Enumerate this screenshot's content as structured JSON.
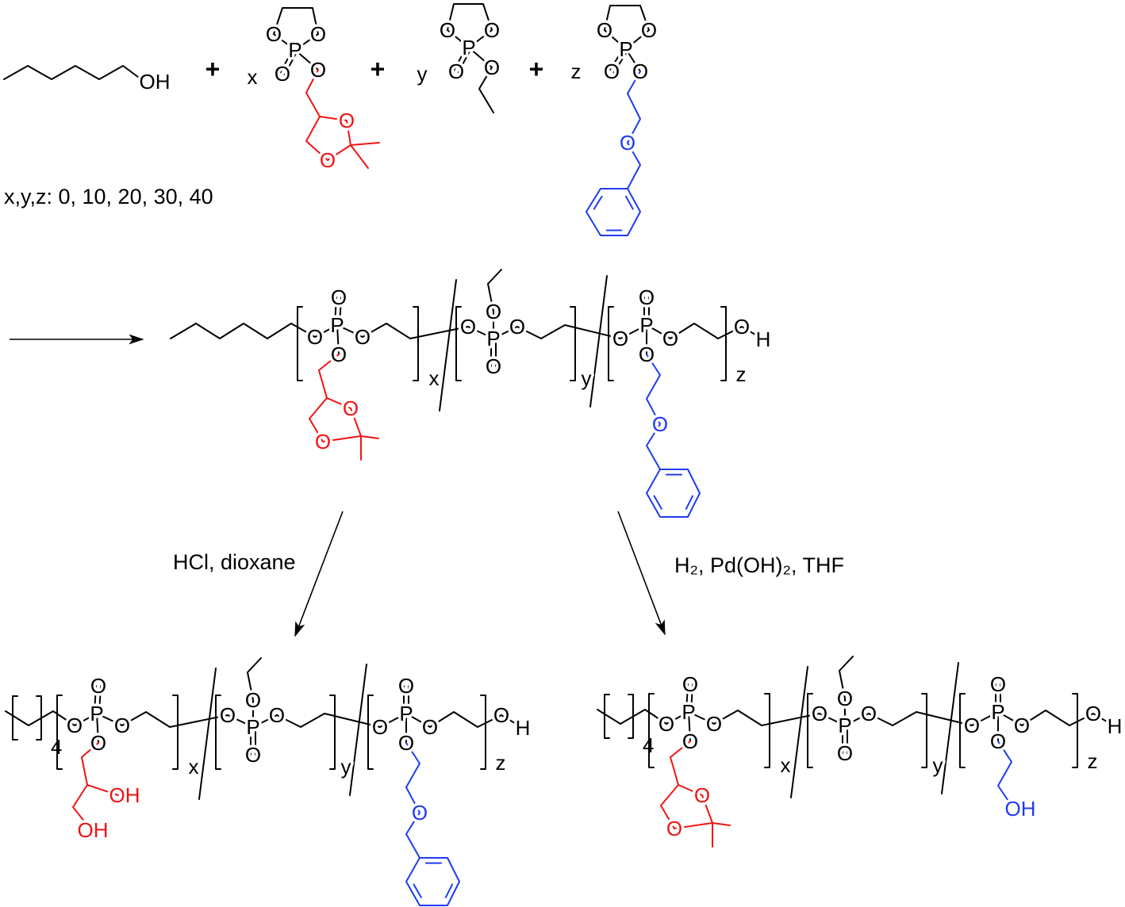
{
  "atoms": {
    "O": "O",
    "P": "P",
    "H": "H",
    "OH": "OH"
  },
  "reactants": {
    "plus": "+",
    "coefficients": [
      "x",
      "y",
      "z"
    ],
    "composition_note": "x,y,z: 0, 10, 20, 30, 40"
  },
  "repeat_subscripts": {
    "x": "x",
    "y": "y",
    "z": "z",
    "n": "4"
  },
  "conditions": {
    "left": "HCl, dioxane",
    "right": "H₂, Pd(OH)₂, THF"
  },
  "colors": {
    "bond": "#000000",
    "acetal_side_chain": "#f01414",
    "benzyl_side_chain": "#1f3cf0"
  }
}
